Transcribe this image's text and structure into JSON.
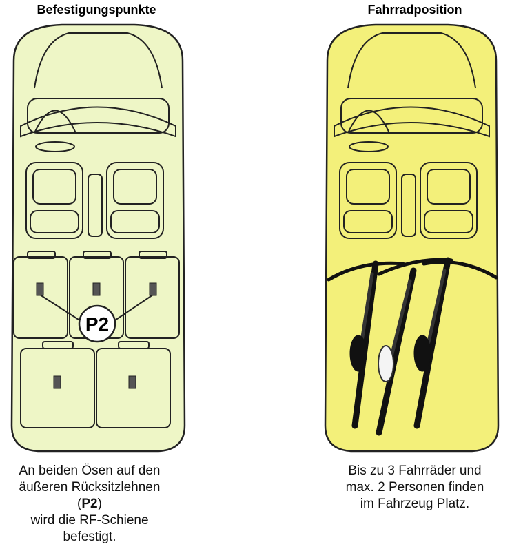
{
  "left_panel": {
    "title": "Befestigungspunkte",
    "marker_label": "P2",
    "caption_line1": "An beiden Ösen auf den",
    "caption_line2": "äußeren Rücksitzlehnen",
    "caption_paren_open": "(",
    "caption_bold": "P2",
    "caption_paren_close": ")",
    "caption_line4": "wird die RF-Schiene",
    "caption_line5": "befestigt.",
    "fill_color": "#eef6c6"
  },
  "right_panel": {
    "title": "Fahrradposition",
    "caption_line1": "Bis zu 3 Fahrräder und",
    "caption_line2": "max. 2 Personen finden",
    "caption_line3": "im Fahrzeug Platz.",
    "fill_color": "#f3f07a"
  }
}
